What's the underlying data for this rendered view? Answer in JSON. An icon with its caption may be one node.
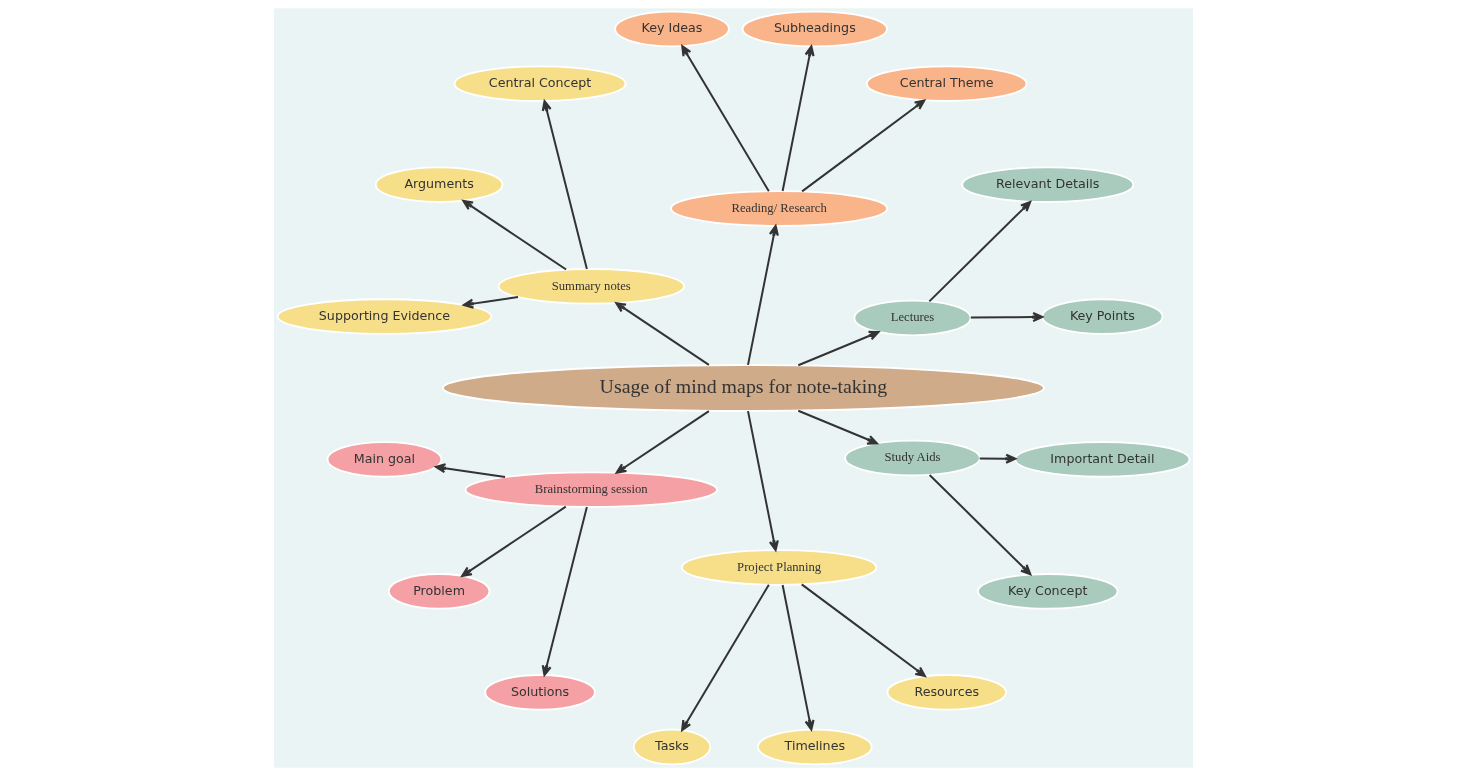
{
  "diagram": {
    "nodes": [
      {
        "text": [
          "Usage of mind maps for note-taking"
        ]
      },
      {
        "text": [
          "Lectures"
        ]
      },
      {
        "text": [
          "Key Points"
        ]
      },
      {
        "text": [
          "Relevant Details"
        ]
      },
      {
        "text": [
          "Reading/ Research"
        ]
      },
      {
        "text": [
          "Central Theme"
        ]
      },
      {
        "text": [
          "Subheadings"
        ]
      },
      {
        "text": [
          "Key Ideas"
        ]
      },
      {
        "text": [
          "Summary notes"
        ]
      },
      {
        "text": [
          "Central Concept"
        ]
      },
      {
        "text": [
          "Arguments"
        ]
      },
      {
        "text": [
          "Supporting Evidence"
        ]
      },
      {
        "text": [
          "Brainstorming session"
        ]
      },
      {
        "text": [
          "Main goal"
        ]
      },
      {
        "text": [
          "Problem"
        ]
      },
      {
        "text": [
          "Solutions"
        ]
      },
      {
        "text": [
          "Project Planning"
        ]
      },
      {
        "text": [
          "Tasks"
        ]
      },
      {
        "text": [
          "Timelines"
        ]
      },
      {
        "text": [
          "Resources"
        ]
      },
      {
        "text": [
          "Study Aids"
        ]
      },
      {
        "text": [
          "Key Concept"
        ]
      },
      {
        "text": [
          "Important Detail"
        ]
      }
    ],
    "edges": [
      {
        "from": 0,
        "to": 1,
        "arrow": "to"
      },
      {
        "from": 1,
        "to": 2,
        "arrow": "to"
      },
      {
        "from": 1,
        "to": 3,
        "arrow": "to"
      },
      {
        "from": 0,
        "to": 4,
        "arrow": "to"
      },
      {
        "from": 4,
        "to": 5,
        "arrow": "to"
      },
      {
        "from": 4,
        "to": 6,
        "arrow": "to"
      },
      {
        "from": 4,
        "to": 7,
        "arrow": "to"
      },
      {
        "from": 0,
        "to": 8,
        "arrow": "to"
      },
      {
        "from": 8,
        "to": 9,
        "arrow": "to"
      },
      {
        "from": 8,
        "to": 10,
        "arrow": "to"
      },
      {
        "from": 8,
        "to": 11,
        "arrow": "to"
      },
      {
        "from": 0,
        "to": 12,
        "arrow": "to"
      },
      {
        "from": 12,
        "to": 13,
        "arrow": "to"
      },
      {
        "from": 12,
        "to": 14,
        "arrow": "to"
      },
      {
        "from": 12,
        "to": 15,
        "arrow": "to"
      },
      {
        "from": 0,
        "to": 16,
        "arrow": "to"
      },
      {
        "from": 16,
        "to": 17,
        "arrow": "to"
      },
      {
        "from": 16,
        "to": 18,
        "arrow": "to"
      },
      {
        "from": 16,
        "to": 19,
        "arrow": "to"
      },
      {
        "from": 0,
        "to": 20,
        "arrow": "to"
      },
      {
        "from": 20,
        "to": 21,
        "arrow": "to"
      },
      {
        "from": 20,
        "to": 22,
        "arrow": "to"
      }
    ]
  }
}
